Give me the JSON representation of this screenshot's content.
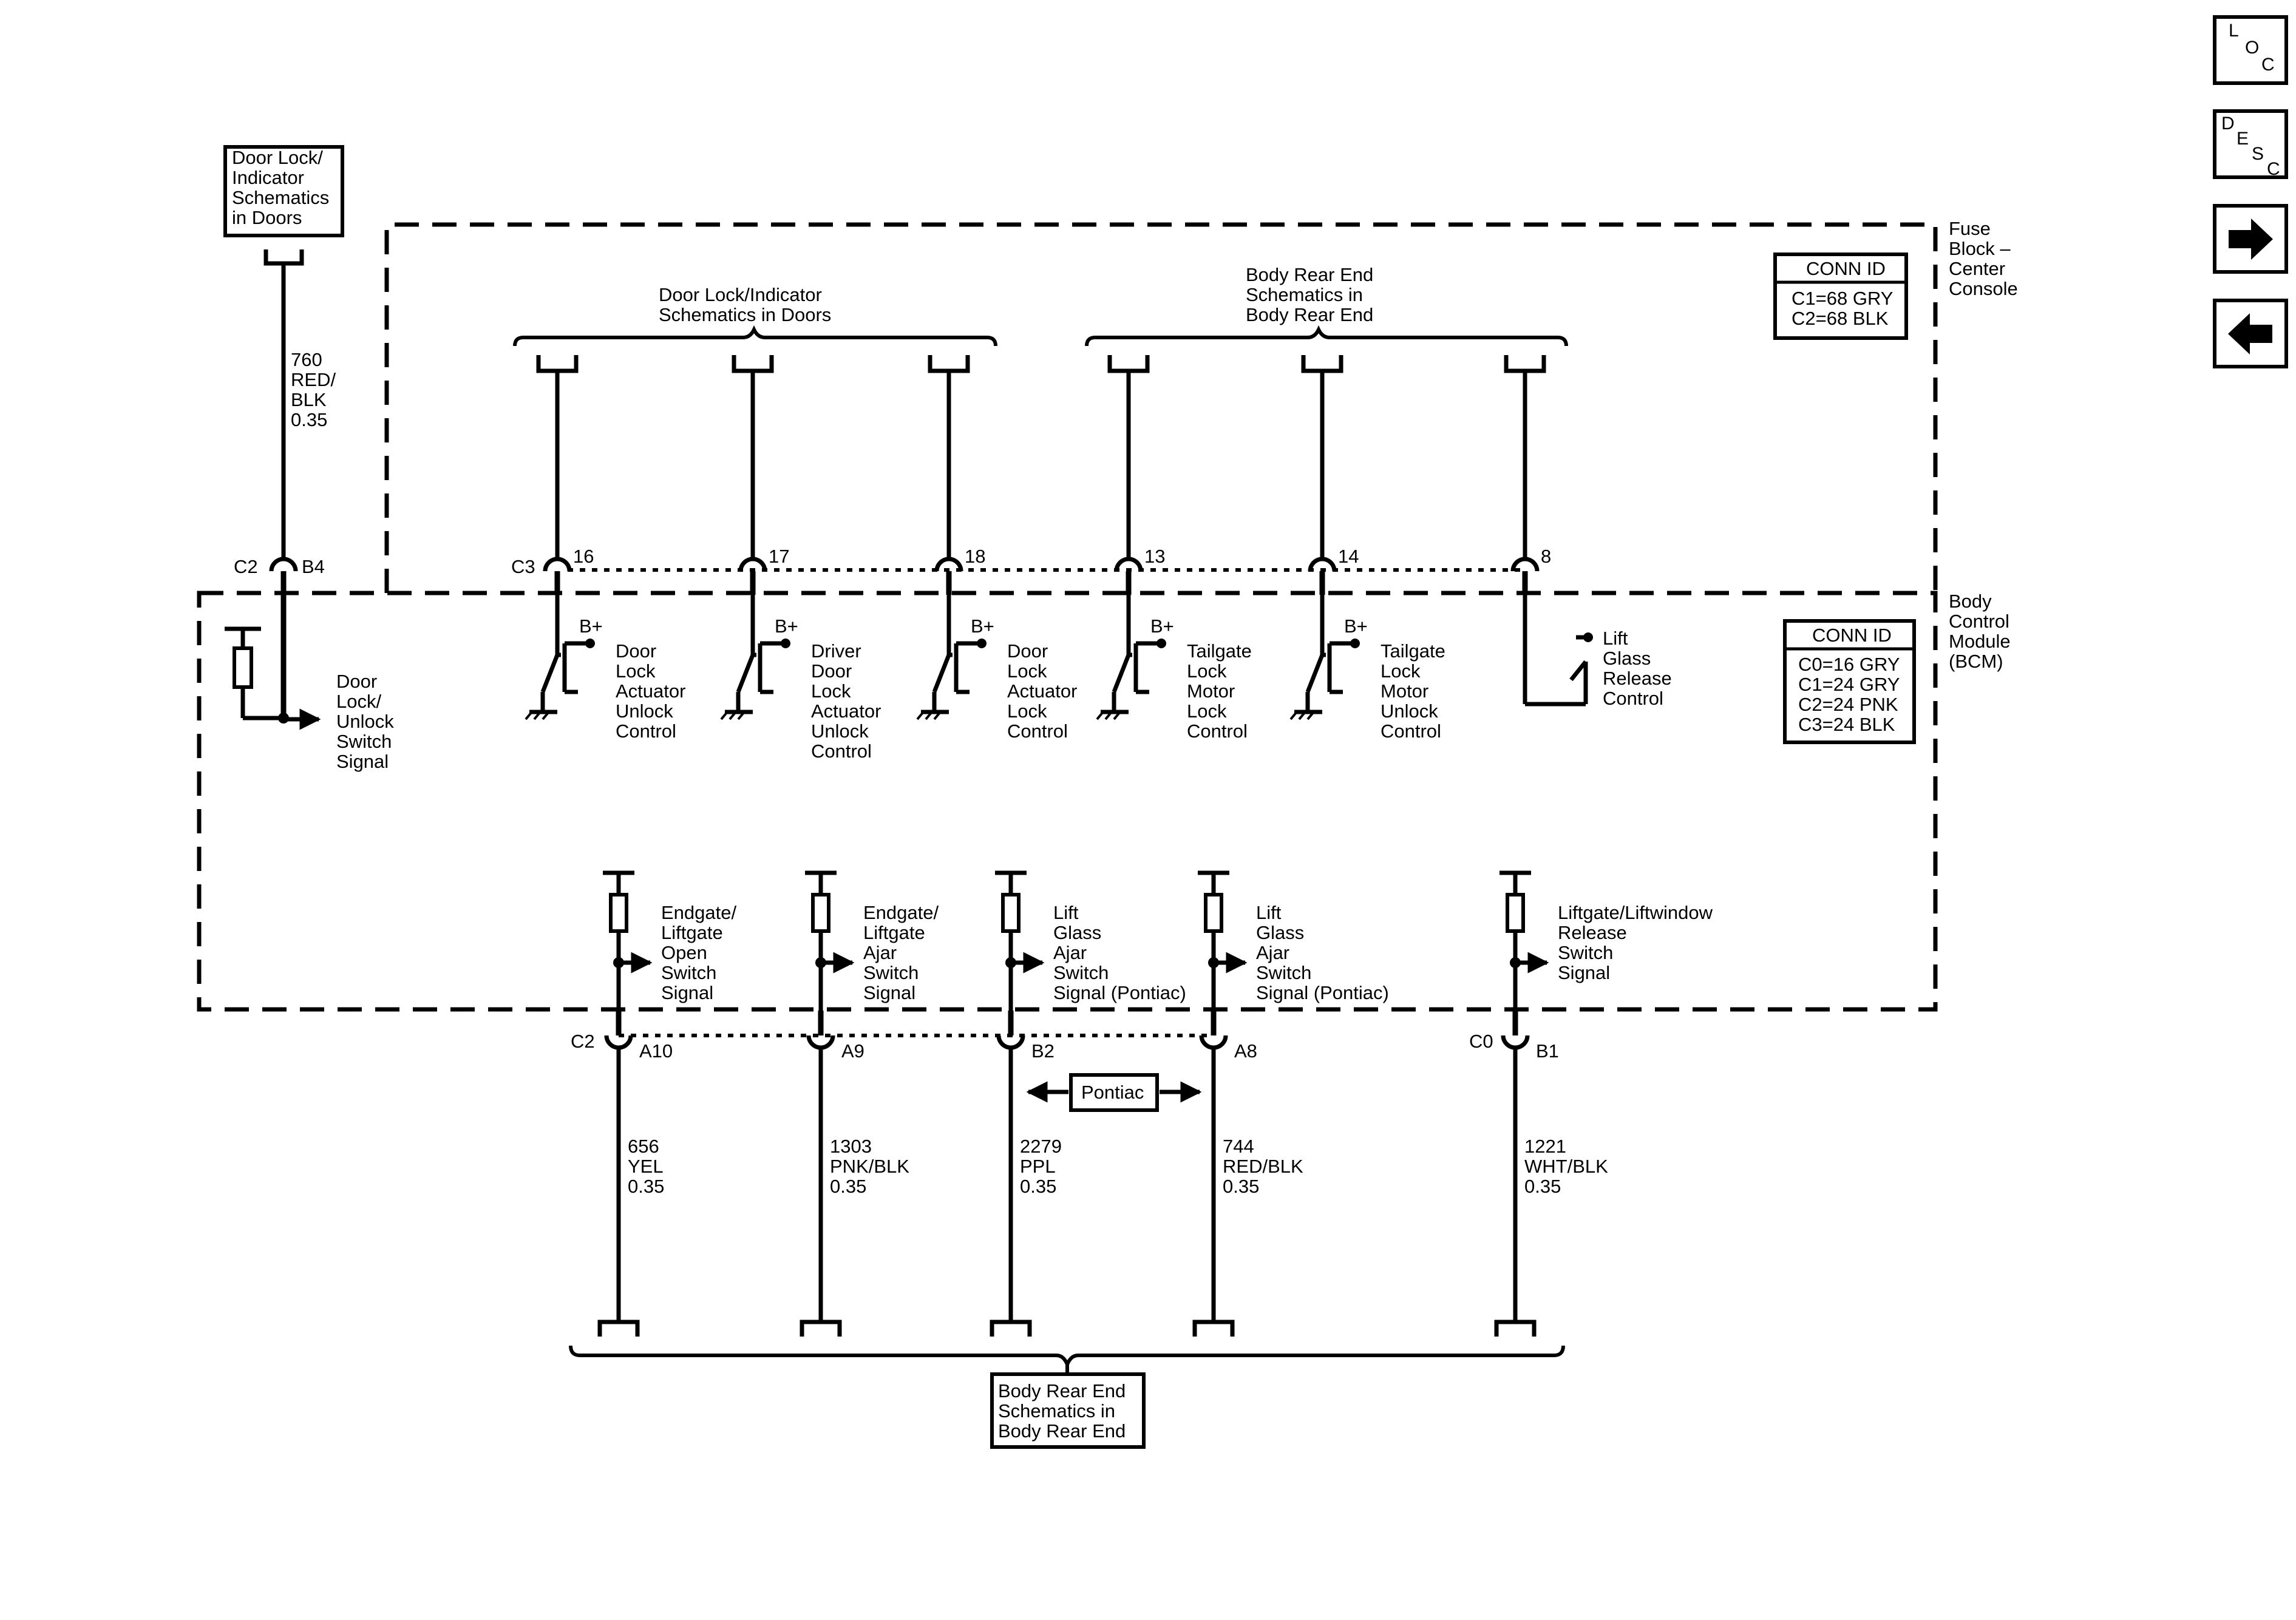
{
  "nav": {
    "loc": [
      "L",
      "O",
      "C"
    ],
    "desc": [
      "D",
      "E",
      "S",
      "C"
    ],
    "next_icon": "arrow-right-icon",
    "prev_icon": "arrow-left-icon"
  },
  "components": {
    "fuse_block": [
      "Fuse",
      "Block –",
      "Center",
      "Console"
    ],
    "bcm": [
      "Body",
      "Control",
      "Module",
      "(BCM)"
    ],
    "fuse_conn_id": {
      "title": "CONN ID",
      "rows": [
        "C1=68 GRY",
        "C2=68 BLK"
      ]
    },
    "bcm_conn_id": {
      "title": "CONN ID",
      "rows": [
        "C0=16 GRY",
        "C1=24 GRY",
        "C2=24 PNK",
        "C3=24 BLK"
      ]
    }
  },
  "references": {
    "top_left": [
      "Door Lock/",
      "Indicator",
      "Schematics",
      "in Doors"
    ],
    "top_doors": [
      "Door Lock/Indicator",
      "Schematics in Doors"
    ],
    "top_rear": [
      "Body Rear End",
      "Schematics in",
      "Body Rear End"
    ],
    "bottom": [
      "Body Rear End",
      "Schematics in",
      "Body Rear End"
    ]
  },
  "wire_760": [
    "760",
    "RED/",
    "BLK",
    "0.35"
  ],
  "connector_prefixes": {
    "c2_top": "C2",
    "c3": "C3",
    "c2_bottom": "C2",
    "c0": "C0"
  },
  "supply_label": "B+",
  "top_pins": [
    "B4",
    "16",
    "17",
    "18",
    "13",
    "14",
    "8"
  ],
  "door_switch_signal": [
    "Door",
    "Lock/",
    "Unlock",
    "Switch",
    "Signal"
  ],
  "outputs": [
    [
      "Door",
      "Lock",
      "Actuator",
      "Unlock",
      "Control"
    ],
    [
      "Driver",
      "Door",
      "Lock",
      "Actuator",
      "Unlock",
      "Control"
    ],
    [
      "Door",
      "Lock",
      "Actuator",
      "Lock",
      "Control"
    ],
    [
      "Tailgate",
      "Lock",
      "Motor",
      "Lock",
      "Control"
    ],
    [
      "Tailgate",
      "Lock",
      "Motor",
      "Unlock",
      "Control"
    ],
    [
      "Lift",
      "Glass",
      "Release",
      "Control"
    ]
  ],
  "inputs": [
    [
      "Endgate/",
      "Liftgate",
      "Open",
      "Switch",
      "Signal"
    ],
    [
      "Endgate/",
      "Liftgate",
      "Ajar",
      "Switch",
      "Signal"
    ],
    [
      "Lift",
      "Glass",
      "Ajar",
      "Switch",
      "Signal (Pontiac)"
    ],
    [
      "Lift",
      "Glass",
      "Ajar",
      "Switch",
      "Signal (Pontiac)"
    ],
    [
      "Liftgate/Liftwindow",
      "Release",
      "Switch",
      "Signal"
    ]
  ],
  "bottom_pins": [
    "A10",
    "A9",
    "B2",
    "A8",
    "B1"
  ],
  "bottom_wires": [
    [
      "656",
      "YEL",
      "0.35"
    ],
    [
      "1303",
      "PNK/BLK",
      "0.35"
    ],
    [
      "2279",
      "PPL",
      "0.35"
    ],
    [
      "744",
      "RED/BLK",
      "0.35"
    ],
    [
      "1221",
      "WHT/BLK",
      "0.35"
    ]
  ],
  "pontiac_option": "Pontiac"
}
